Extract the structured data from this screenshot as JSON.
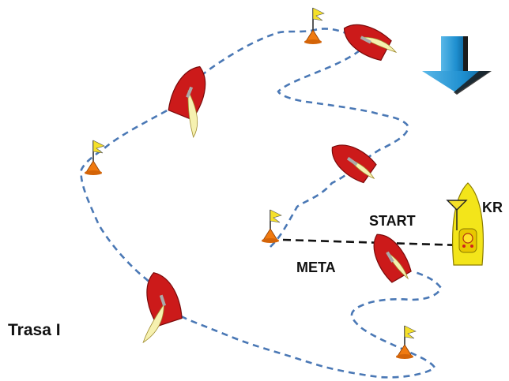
{
  "labels": {
    "start": "START",
    "meta": "META",
    "committee_boat": "KR",
    "course": "Trasa I"
  },
  "colors": {
    "course_line": "#4a78b5",
    "start_line": "#111111",
    "hull": "#cc1a1a",
    "sail": "#f6f1b0",
    "buoy": "#f07a10",
    "flag": "#f5e02a",
    "committee_boat": "#f3e51a",
    "wind_arrow": "#1e8fd0"
  },
  "icons": {
    "wind": "wind-arrow-down-icon",
    "boat": "sailboat-icon",
    "buoy": "buoy-flag-icon",
    "committee": "committee-boat-icon"
  }
}
